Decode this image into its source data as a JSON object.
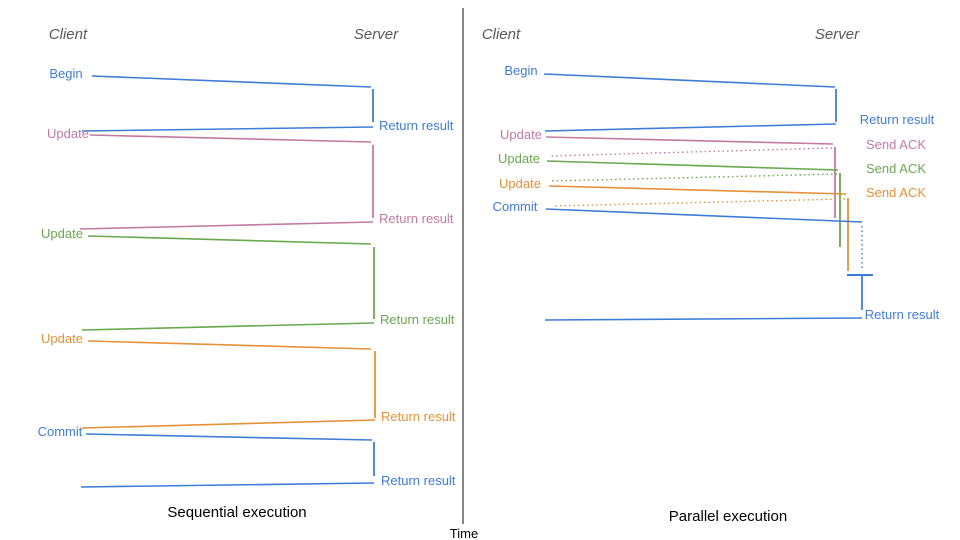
{
  "colors": {
    "blue": "#3f7cd8",
    "pink": "#c27ba0",
    "green": "#6aa84f",
    "orange": "#e69138",
    "header_gray": "#595959",
    "divider": "#444444",
    "title_black": "#000000"
  },
  "divider": {
    "time_label": "Time"
  },
  "sequential": {
    "title": "Sequential execution",
    "client": "Client",
    "server": "Server",
    "steps": [
      {
        "request": "Begin",
        "response": "Return result"
      },
      {
        "request": "Update",
        "response": "Return result"
      },
      {
        "request": "Update",
        "response": "Return result"
      },
      {
        "request": "Update",
        "response": "Return result"
      },
      {
        "request": "Commit",
        "response": "Return result"
      }
    ]
  },
  "parallel": {
    "title": "Parallel execution",
    "client": "Client",
    "server": "Server",
    "steps": [
      {
        "request": "Begin",
        "response": "Return result"
      },
      {
        "request": "Update",
        "response": "Send ACK"
      },
      {
        "request": "Update",
        "response": "Send ACK"
      },
      {
        "request": "Update",
        "response": "Send ACK"
      },
      {
        "request": "Commit",
        "response": "Return result"
      }
    ]
  }
}
